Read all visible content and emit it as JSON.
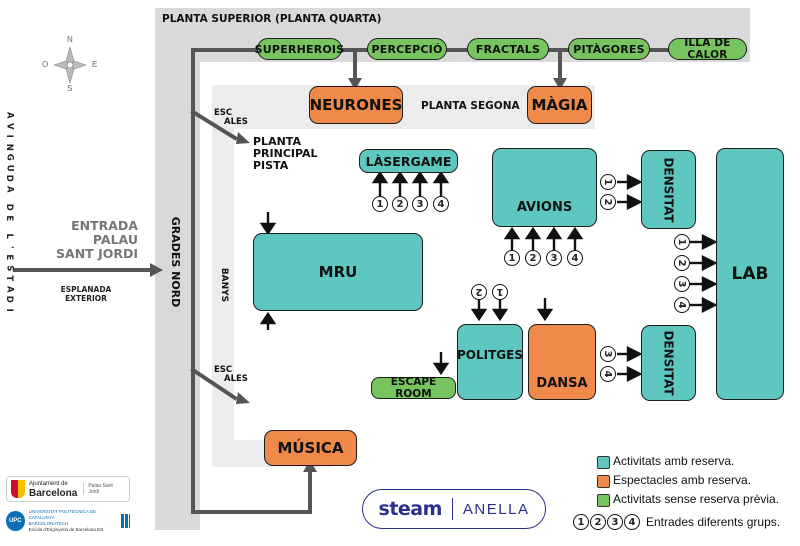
{
  "colors": {
    "teal": "#5ec8c0",
    "orange": "#ef8a4a",
    "green": "#76c35f",
    "corridor": "#d9d9d9",
    "corridor_light": "#ececec",
    "arrow": "#555555"
  },
  "compass": {
    "north": "N",
    "south": "S",
    "east": "E",
    "west": "O"
  },
  "street": {
    "name": "AVINGUDA DE L'ESTADI"
  },
  "entrance": {
    "line1": "ENTRADA",
    "line2": "PALAU",
    "line3": "SANT JORDI",
    "sub1": "ESPLANADA",
    "sub2": "EXTERIOR"
  },
  "upper_floor": {
    "title": "PLANTA SUPERIOR (PLANTA QUARTA)",
    "items": [
      "SUPERHEROIS",
      "PERCEPCIÓ",
      "FRACTALS",
      "PITÀGORES",
      "ILLA DE CALOR"
    ]
  },
  "second_floor": {
    "title": "PLANTA SEGONA",
    "items": [
      "NEURONES",
      "MÀGIA"
    ]
  },
  "labels": {
    "grades_nord": "GRADES NORD",
    "banys": "BANYS",
    "escales_top": [
      "ESC",
      "ALES"
    ],
    "escales_bottom": [
      "ESC",
      "ALES"
    ],
    "planta_principal": [
      "PLANTA",
      "PRINCIPAL",
      "PISTA"
    ]
  },
  "rooms": {
    "lasergame": "LÀSERGAME",
    "avions": "AVIONS",
    "densitat_top": "DENSITAT",
    "densitat_bottom": "DENSITAT",
    "lab": "LAB",
    "mru": "MRU",
    "politges": "POLITGES",
    "dansa": "DANSA",
    "escape_room": "ESCAPE ROOM",
    "musica": "MÚSICA"
  },
  "group_numbers": [
    "1",
    "2",
    "3",
    "4"
  ],
  "legend": {
    "items": [
      {
        "color": "#5ec8c0",
        "text": "Activitats amb reserva."
      },
      {
        "color": "#ef8a4a",
        "text": "Espectacles amb reserva."
      },
      {
        "color": "#76c35f",
        "text": "Activitats sense reserva prèvia."
      }
    ],
    "groups_text": "Entrades diferents grups."
  },
  "logos": {
    "steam": "steam",
    "anella": "ANELLA",
    "ajuntament_small": "Ajuntament de",
    "ajuntament_big": "Barcelona",
    "upc_small": "UNIVERSITAT POLITÈCNICA DE CATALUNYA",
    "upc_sub": "BARCELONATECH",
    "upc_school": "Escola d'Enginyeria de Barcelona Est",
    "upc_mark": "UPC",
    "palau": "Palau Sant Jordi"
  }
}
